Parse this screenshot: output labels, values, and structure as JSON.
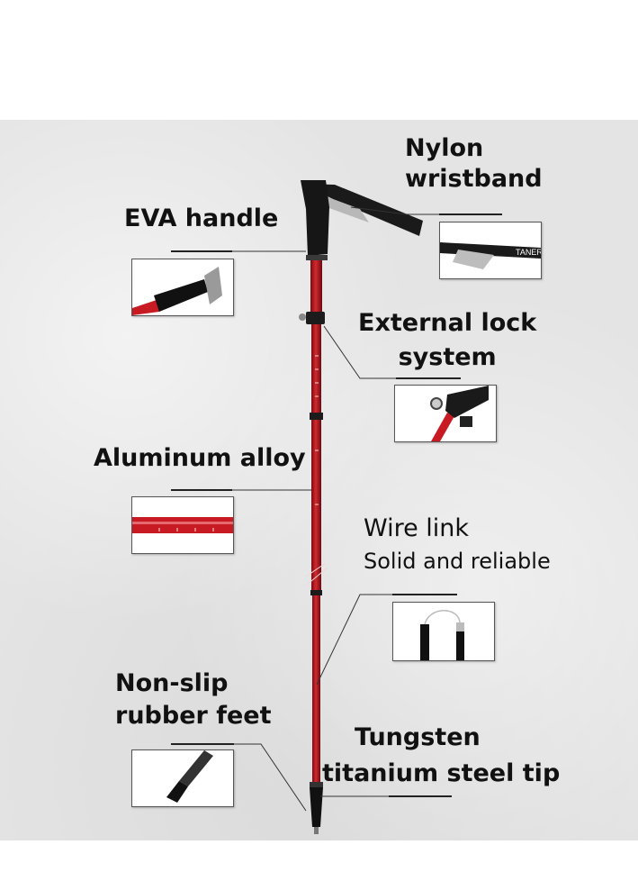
{
  "labels": {
    "nylon": [
      "Nylon",
      "wristband"
    ],
    "eva": "EVA handle",
    "lock": [
      "External lock",
      "system"
    ],
    "aluminum": "Aluminum alloy",
    "wire": "Wire link",
    "wire_sub": "Solid and reliable",
    "feet": [
      "Non-slip",
      "rubber feet"
    ],
    "tip": [
      "Tungsten",
      "titanium steel tip"
    ]
  },
  "strap_text": "TANER",
  "colors": {
    "pole": "#b3121c",
    "background": "#e4e4e4"
  }
}
